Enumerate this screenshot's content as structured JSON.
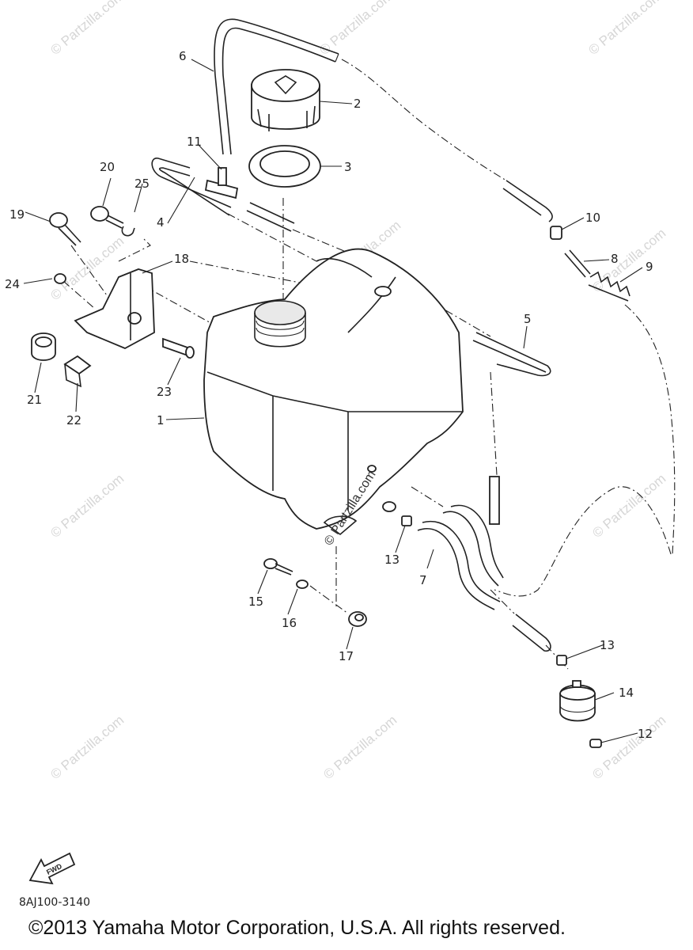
{
  "watermark_text": "© Partzilla.com",
  "callouts": [
    "1",
    "2",
    "3",
    "4",
    "5",
    "6",
    "7",
    "8",
    "9",
    "10",
    "11",
    "12",
    "13",
    "14",
    "15",
    "16",
    "17",
    "18",
    "19",
    "20",
    "21",
    "22",
    "23",
    "24",
    "25"
  ],
  "fwd_label": "FWD",
  "diagram_code": "8AJ100-3140",
  "copyright": "©2013  Yamaha Motor Corporation, U.S.A. All rights reserved."
}
